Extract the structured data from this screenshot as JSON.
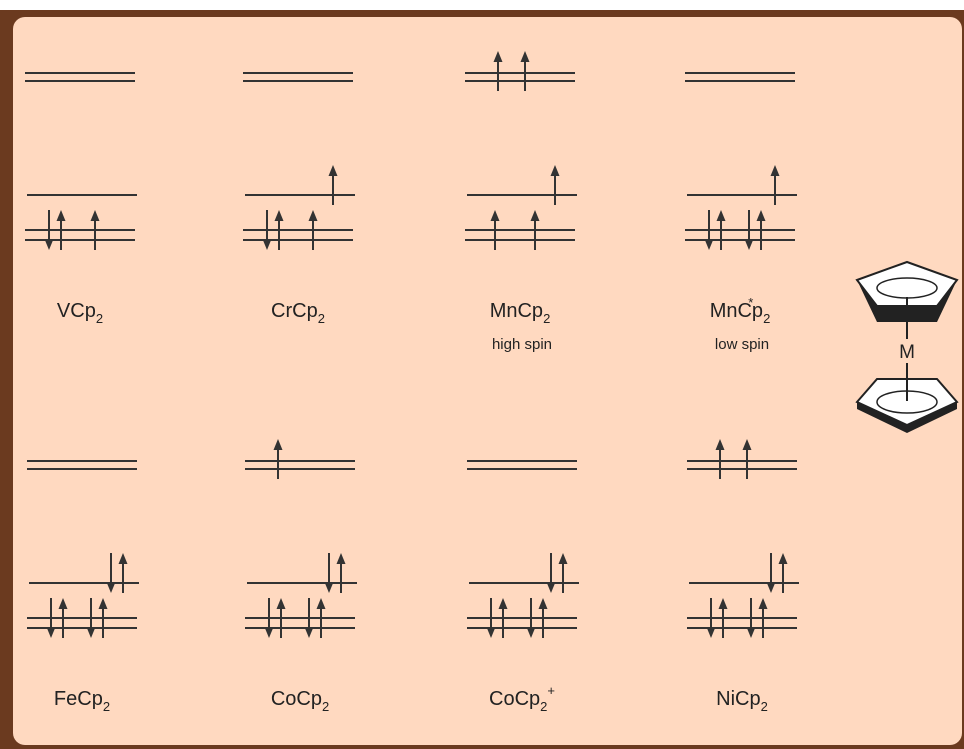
{
  "title": "",
  "complexes": [
    {
      "label": "VCp",
      "subscript": "2",
      "superscript": "",
      "note": "",
      "levels": {
        "top": [
          0,
          0
        ],
        "upper": [
          0
        ],
        "lower": [
          2,
          1
        ]
      }
    },
    {
      "label": "CrCp",
      "subscript": "2",
      "superscript": "",
      "note": "",
      "levels": {
        "top": [
          0,
          0
        ],
        "upper": [
          1
        ],
        "lower": [
          2,
          1
        ]
      }
    },
    {
      "label": "MnCp",
      "subscript": "2",
      "superscript": "",
      "note": "high spin",
      "levels": {
        "top": [
          1,
          1
        ],
        "upper": [
          1
        ],
        "lower": [
          1,
          1
        ]
      }
    },
    {
      "label": "MnCp",
      "subscript": "2",
      "superscript": "*",
      "note": "low spin",
      "levels": {
        "top": [
          0,
          0
        ],
        "upper": [
          1
        ],
        "lower": [
          2,
          2
        ]
      }
    },
    {
      "label": "FeCp",
      "subscript": "2",
      "superscript": "",
      "note": "",
      "levels": {
        "top": [
          0,
          0
        ],
        "upper": [
          2
        ],
        "lower": [
          2,
          2
        ]
      }
    },
    {
      "label": "CoCp",
      "subscript": "2",
      "superscript": "",
      "note": "",
      "levels": {
        "top": [
          1,
          0
        ],
        "upper": [
          2
        ],
        "lower": [
          2,
          2
        ]
      }
    },
    {
      "label": "CoCp",
      "subscript": "2",
      "superscript": "+",
      "note": "",
      "levels": {
        "top": [
          0,
          0
        ],
        "upper": [
          2
        ],
        "lower": [
          2,
          2
        ]
      }
    },
    {
      "label": "NiCp",
      "subscript": "2",
      "superscript": "",
      "note": "",
      "levels": {
        "top": [
          1,
          1
        ],
        "upper": [
          2
        ],
        "lower": [
          2,
          2
        ]
      }
    }
  ],
  "metallocene_icon": {
    "metal_label": "M"
  },
  "colors": {
    "panel": "#ffd9c0",
    "border": "#6b3a1f",
    "line": "#333333"
  }
}
